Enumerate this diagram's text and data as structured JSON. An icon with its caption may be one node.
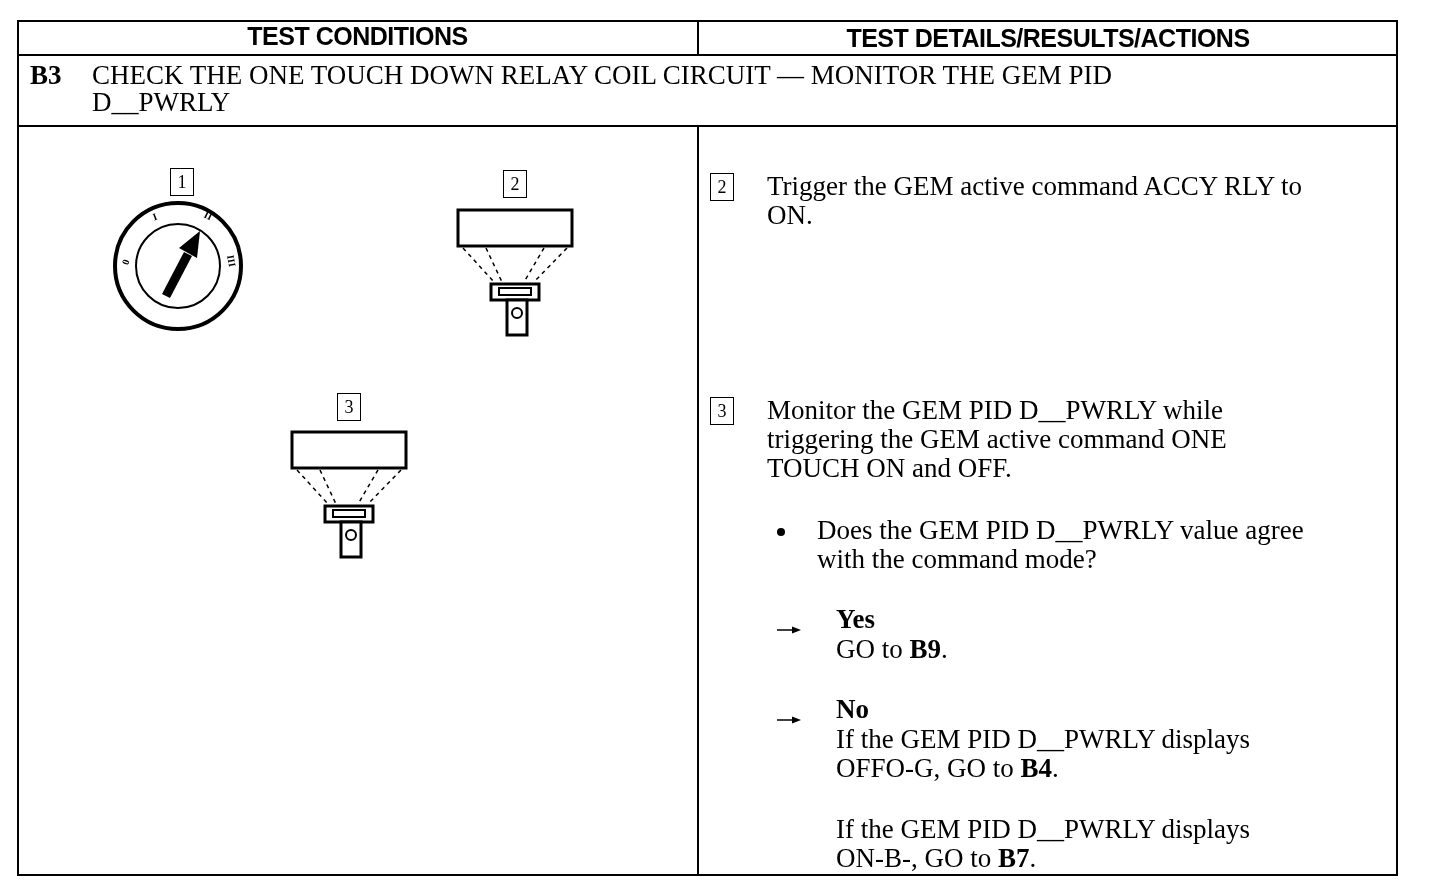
{
  "diagram": {
    "nodes": [
      {
        "text": [
          "1"
        ]
      },
      {
        "text": [
          "2"
        ]
      },
      {
        "text": [
          "3"
        ]
      },
      {
        "text": [
          "2"
        ]
      },
      {
        "text": [
          "3"
        ]
      }
    ],
    "labels": [
      "TEST CONDITIONS",
      "TEST DETAILS/RESULTS/ACTIONS",
      "B3",
      "CHECK THE ONE TOUCH DOWN RELAY COIL CIRCUIT — MONITOR THE GEM PID D__PWRLY",
      "0",
      "I",
      "II",
      "III",
      "Trigger the GEM active command ACCY RLY to ON.",
      "Monitor the GEM PID D__PWRLY while triggering the GEM active command ONE TOUCH ON and OFF.",
      "Does the GEM PID D__PWRLY value agree with the command mode?",
      "Yes",
      "GO to **B9**.",
      "No",
      "If the GEM PID D__PWRLY displays OFFO-G, GO to **B4**.",
      "If the GEM PID D__PWRLY displays ON-B-, GO to **B7**."
    ]
  }
}
